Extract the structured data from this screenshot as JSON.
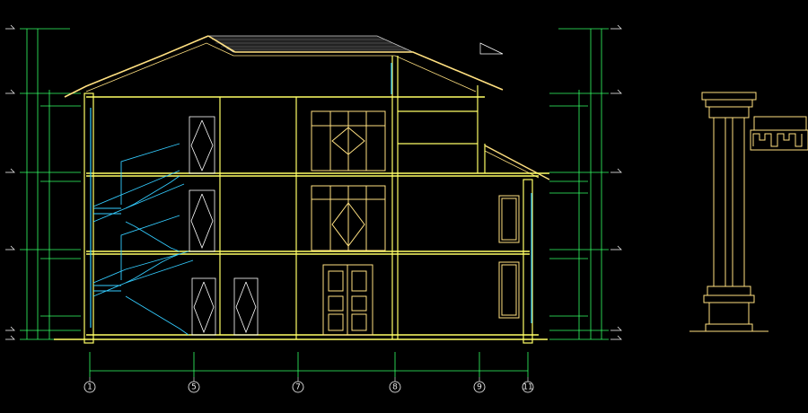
{
  "drawing": {
    "background": "#000000",
    "colors": {
      "wall": "#ffff66",
      "frame": "#ffe080",
      "stair": "#33ccff",
      "dim": "#33ff66",
      "door": "#ffffff",
      "roof": "#cccccc",
      "level_mark": "#ffffff",
      "axis": "#ffffff"
    }
  },
  "axes": [
    {
      "label": "1"
    },
    {
      "label": "5"
    },
    {
      "label": "7"
    },
    {
      "label": "8"
    },
    {
      "label": "9"
    },
    {
      "label": "11"
    }
  ]
}
